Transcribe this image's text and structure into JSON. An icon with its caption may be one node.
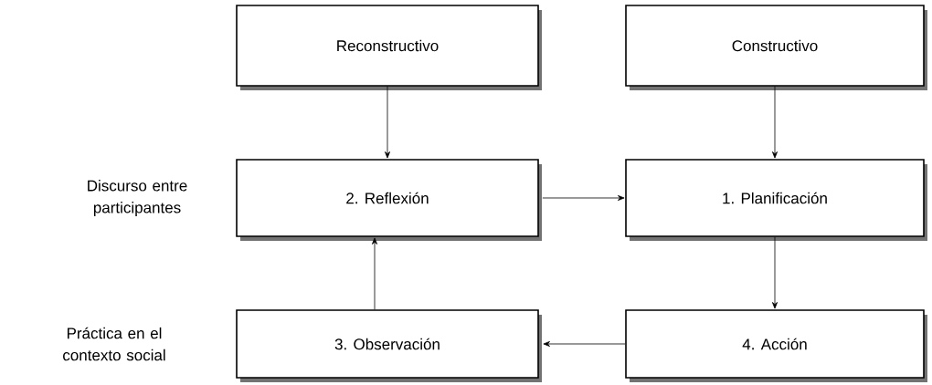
{
  "diagram": {
    "nodes": [
      {
        "text": [
          "Reconstructivo"
        ]
      },
      {
        "text": [
          "Constructivo"
        ]
      },
      {
        "text": [
          "2. Reflexión"
        ]
      },
      {
        "text": [
          "1. Planificación"
        ]
      },
      {
        "text": [
          "3. Observación"
        ]
      },
      {
        "text": [
          "4. Acción"
        ]
      }
    ],
    "edges": [
      {
        "from": 0,
        "to": 2,
        "arrow": "to"
      },
      {
        "from": 1,
        "to": 3,
        "arrow": "to"
      },
      {
        "from": 2,
        "to": 3,
        "arrow": "to"
      },
      {
        "from": 3,
        "to": 5,
        "arrow": "to"
      },
      {
        "from": 5,
        "to": 4,
        "arrow": "to"
      },
      {
        "from": 4,
        "to": 2,
        "arrow": "to"
      }
    ],
    "labels": [
      "Discurso entre participantes",
      "Práctica en el contexto social"
    ]
  }
}
